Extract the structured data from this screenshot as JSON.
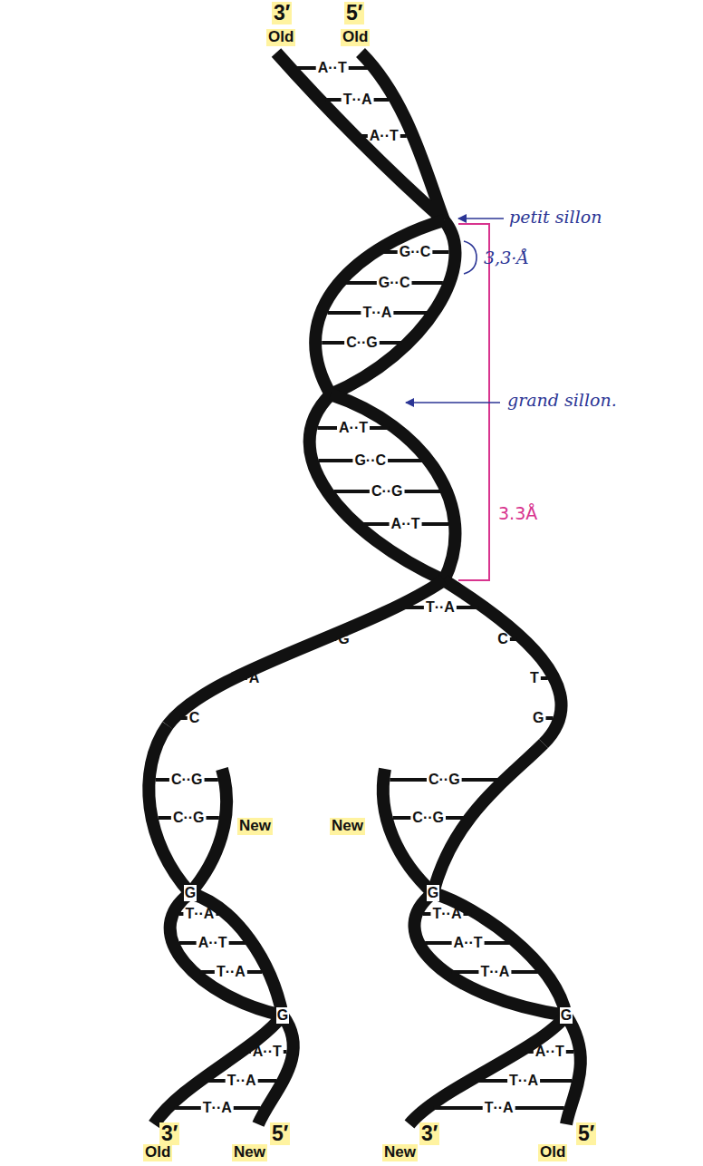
{
  "diagram": {
    "labels": [
      "3′",
      "Old",
      "5′",
      "Old",
      "A··T",
      "T··A",
      "A··T",
      "G··C",
      "G··C",
      "T··A",
      "C··G",
      "A··T",
      "G··C",
      "C··G",
      "A··T",
      "T··A",
      "G",
      "A",
      "C",
      "C",
      "T",
      "G",
      "C··G",
      "C··G",
      "C··G",
      "New",
      "New",
      "C··G",
      "G",
      "T··A",
      "A··T",
      "T··A",
      "G",
      "A··T",
      "T··A",
      "T··A",
      "G",
      "T··A",
      "A··T",
      "T··A",
      "G",
      "A··T",
      "T··A",
      "T··A",
      "3′",
      "Old",
      "New",
      "5′",
      "New",
      "3′",
      "Old",
      "5′",
      "petit sillon",
      "3,3·Å",
      "grand sillon.",
      "3.3Å"
    ]
  }
}
